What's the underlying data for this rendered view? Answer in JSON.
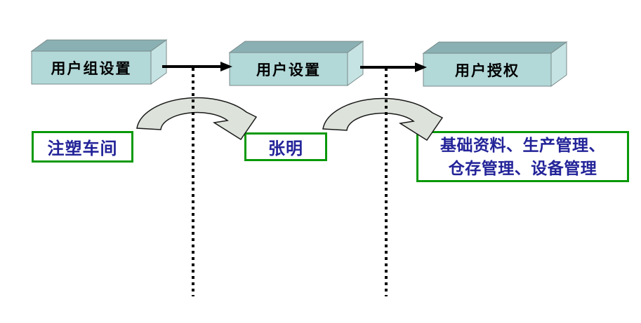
{
  "flow": {
    "steps": [
      {
        "label": "用户组设置",
        "example": "注塑车间"
      },
      {
        "label": "用户设置",
        "example": "张明"
      },
      {
        "label": "用户授权",
        "example": "基础资料、生产管理、仓存管理、设备管理",
        "example_lines": [
          "基础资料、生产管理、",
          "仓存管理、设备管理"
        ]
      }
    ]
  },
  "colors": {
    "background": "#ffffff",
    "cuboid_top": "#8ab0b3",
    "cuboid_front": "#b2d8d8",
    "cuboid_side": "#c6e3e3",
    "cuboid_outline": "#7a8a8a",
    "curved_arrow_fill": "#dde3da",
    "curved_arrow_outline": "#1a1a1a",
    "connector": "#000000",
    "example_border": "#089908",
    "example_text": "#232399",
    "step_label_text": "#000000"
  }
}
